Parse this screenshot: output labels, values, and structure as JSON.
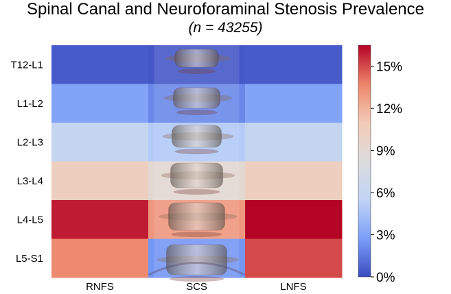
{
  "chart_data": {
    "type": "heatmap",
    "title": "Spinal Canal and Neuroforaminal Stenosis Prevalence",
    "subtitle": "(n = 43255)",
    "columns": [
      "RNFS",
      "SCS",
      "LNFS"
    ],
    "rows": [
      "T12-L1",
      "L1-L2",
      "L2-L3",
      "L3-L4",
      "L4-L5",
      "L5-S1"
    ],
    "values": [
      [
        0.5,
        0.4,
        0.5
      ],
      [
        3.0,
        2.0,
        3.0
      ],
      [
        6.0,
        5.0,
        6.0
      ],
      [
        10.5,
        9.0,
        10.5
      ],
      [
        16.0,
        13.0,
        16.5
      ],
      [
        13.5,
        2.5,
        15.0
      ]
    ],
    "value_range": [
      0,
      16.5
    ],
    "colorbar": {
      "ticks": [
        0,
        3,
        6,
        9,
        12,
        15
      ],
      "tick_labels": [
        "0%",
        "3%",
        "6%",
        "9%",
        "12%",
        "15%"
      ]
    },
    "colormap": [
      "#3b4cc0",
      "#7b9ff9",
      "#c0d4f5",
      "#dddcdc",
      "#f2cbb7",
      "#ee8468",
      "#b40426"
    ],
    "background_image": "spine-xray-overlay"
  }
}
